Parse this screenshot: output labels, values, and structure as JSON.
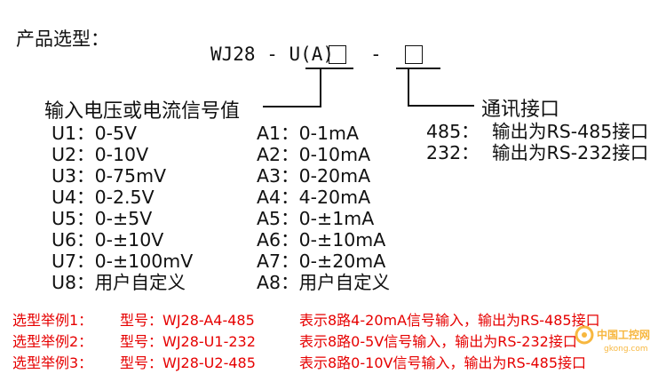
{
  "title": "产品选型：",
  "model_code": {
    "prefix": "WJ28 - U(A)",
    "dash": "-"
  },
  "input_section": {
    "heading": "输入电压或电流信号值",
    "voltage_options": [
      {
        "code": "U1：",
        "value": "0-5V"
      },
      {
        "code": "U2：",
        "value": "0-10V"
      },
      {
        "code": "U3：",
        "value": "0-75mV"
      },
      {
        "code": "U4：",
        "value": "0-2.5V"
      },
      {
        "code": "U5：",
        "value": "0-±5V"
      },
      {
        "code": "U6：",
        "value": "0-±10V"
      },
      {
        "code": "U7：",
        "value": "0-±100mV"
      },
      {
        "code": "U8：",
        "value": "用户自定义"
      }
    ],
    "current_options": [
      {
        "code": "A1：",
        "value": "0-1mA"
      },
      {
        "code": "A2：",
        "value": "0-10mA"
      },
      {
        "code": "A3：",
        "value": "0-20mA"
      },
      {
        "code": "A4：",
        "value": "4-20mA"
      },
      {
        "code": "A5：",
        "value": "0-±1mA"
      },
      {
        "code": "A6：",
        "value": "0-±10mA"
      },
      {
        "code": "A7：",
        "value": "0-±20mA"
      },
      {
        "code": "A8：",
        "value": "用户自定义"
      }
    ]
  },
  "comm_section": {
    "heading": "通讯接口",
    "options": [
      {
        "code": "485：",
        "value": "输出为RS-485接口"
      },
      {
        "code": "232：",
        "value": "输出为RS-232接口"
      }
    ]
  },
  "examples": [
    {
      "label": "选型举例1：",
      "model": "型号：WJ28-A4-485",
      "desc": "表示8路4-20mA信号输入，输出为RS-485接口"
    },
    {
      "label": "选型举例2：",
      "model": "型号：WJ28-U1-232",
      "desc": "表示8路0-5V信号输入，输出为RS-232接口"
    },
    {
      "label": "选型举例3：",
      "model": "型号：WJ28-U2-485",
      "desc": "表示8路0-10V信号输入，输出为RS-485接口"
    }
  ],
  "watermark": {
    "text": "中国工控网",
    "subtext": "gkong.com"
  },
  "colors": {
    "text": "#111111",
    "example_red": "#e60000",
    "watermark_orange": "#f5a000"
  }
}
